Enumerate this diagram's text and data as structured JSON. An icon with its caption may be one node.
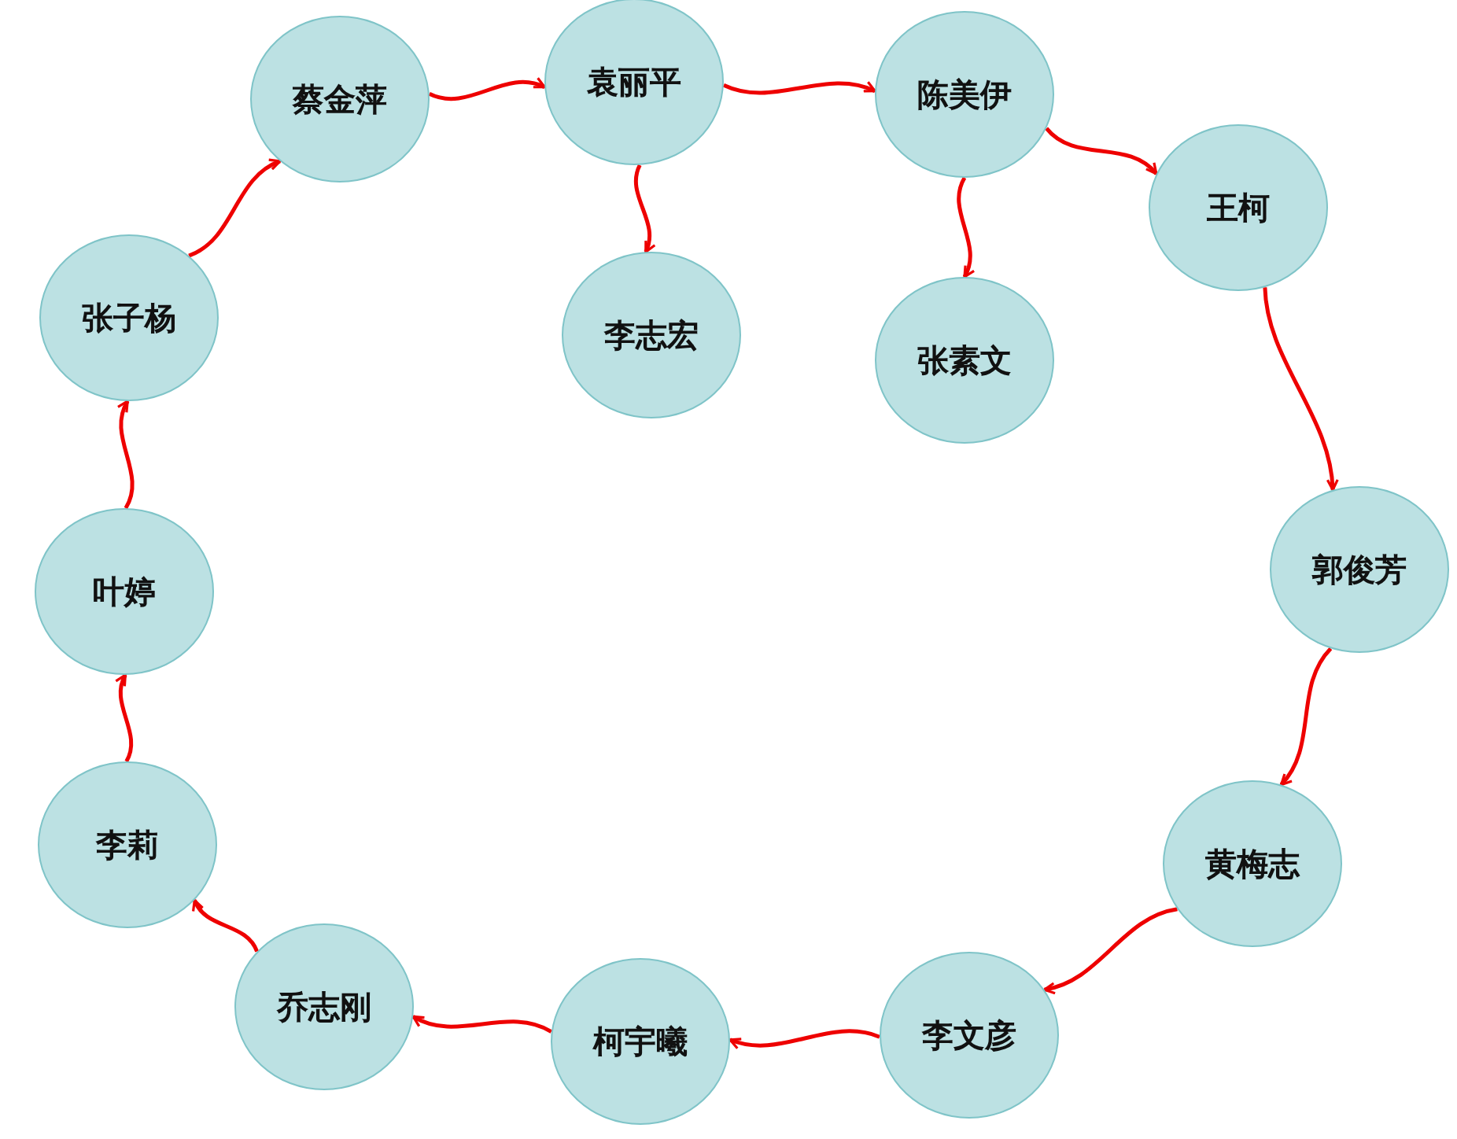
{
  "diagram": {
    "nodes": [
      {
        "text": [
          "蔡金萍"
        ]
      },
      {
        "text": [
          "袁丽平"
        ]
      },
      {
        "text": [
          "陈美伊"
        ]
      },
      {
        "text": [
          "王柯"
        ]
      },
      {
        "text": [
          "李志宏"
        ]
      },
      {
        "text": [
          "张素文"
        ]
      },
      {
        "text": [
          "郭俊芳"
        ]
      },
      {
        "text": [
          "黄梅志"
        ]
      },
      {
        "text": [
          "李文彦"
        ]
      },
      {
        "text": [
          "柯宇曦"
        ]
      },
      {
        "text": [
          "乔志刚"
        ]
      },
      {
        "text": [
          "李莉"
        ]
      },
      {
        "text": [
          "叶婷"
        ]
      },
      {
        "text": [
          "张子杨"
        ]
      }
    ],
    "edges": [
      {
        "from": 0,
        "to": 1,
        "arrow": "to"
      },
      {
        "from": 1,
        "to": 2,
        "arrow": "to"
      },
      {
        "from": 2,
        "to": 3,
        "arrow": "to"
      },
      {
        "from": 1,
        "to": 4,
        "arrow": "to"
      },
      {
        "from": 2,
        "to": 5,
        "arrow": "to"
      },
      {
        "from": 3,
        "to": 6,
        "arrow": "to"
      },
      {
        "from": 6,
        "to": 7,
        "arrow": "to"
      },
      {
        "from": 7,
        "to": 8,
        "arrow": "to"
      },
      {
        "from": 8,
        "to": 9,
        "arrow": "to"
      },
      {
        "from": 9,
        "to": 10,
        "arrow": "to"
      },
      {
        "from": 10,
        "to": 11,
        "arrow": "to"
      },
      {
        "from": 11,
        "to": 12,
        "arrow": "to"
      },
      {
        "from": 12,
        "to": 13,
        "arrow": "to"
      },
      {
        "from": 13,
        "to": 0,
        "arrow": "to"
      }
    ]
  }
}
